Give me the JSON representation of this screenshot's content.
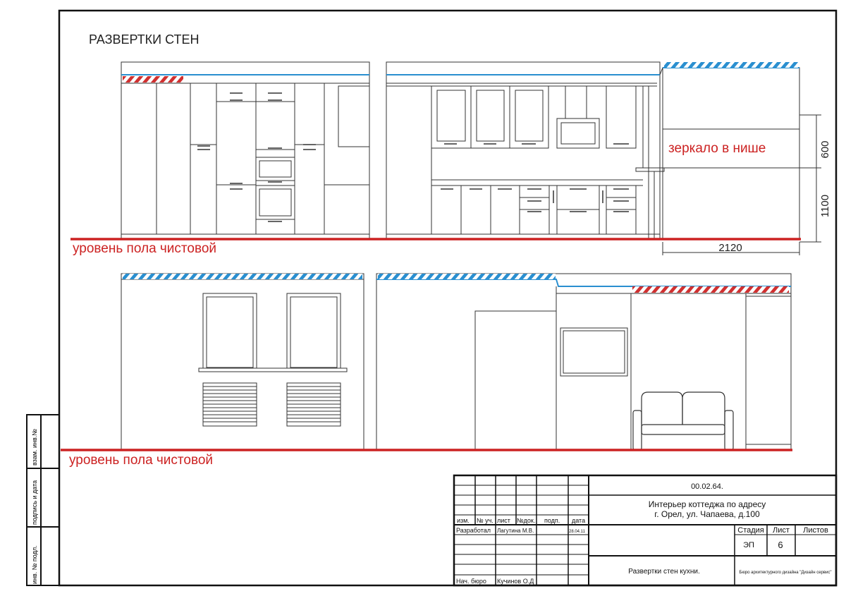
{
  "sheet": {
    "heading": "РАЗВЕРТКИ СТЕН",
    "floor_label_top": "уровень пола чистовой",
    "floor_label_bottom": "уровень пола чистовой",
    "niche_label": "зеркало в нише",
    "dims": {
      "upper": "600",
      "lower": "1100",
      "width": "2120"
    }
  },
  "side_stamp": [
    "инв. № подл.",
    "подпись и дата",
    "взам. инв.№"
  ],
  "title_block": {
    "code": "00.02.64.",
    "project_line1": "Интерьер коттеджа по адресу",
    "project_line2": "г. Орел, ул. Чапаева, д.100",
    "columns": [
      "изм.",
      "№ уч.",
      "лист",
      "№док.",
      "подп.",
      "дата"
    ],
    "developed_label": "Разработал",
    "developed_name": "Лагутина М.В.",
    "developed_date": "28.04.11",
    "head_label": "Нач. бюро",
    "head_name": "Кучинов О.Д",
    "stage_label": "Стадия",
    "sheet_label": "Лист",
    "sheets_label": "Листов",
    "stage_value": "ЭП",
    "sheet_value": "6",
    "drawing_name": "Развертки стен кухни.",
    "bureau": "Бюро архитектурного дизайна \"Дизайн сервис\""
  },
  "colors": {
    "floor": "#cc2222",
    "ceiling": "#2a8fd0",
    "hatch_red": "#d03030",
    "hatch_blue": "#2a8fd0",
    "line": "#333333"
  }
}
